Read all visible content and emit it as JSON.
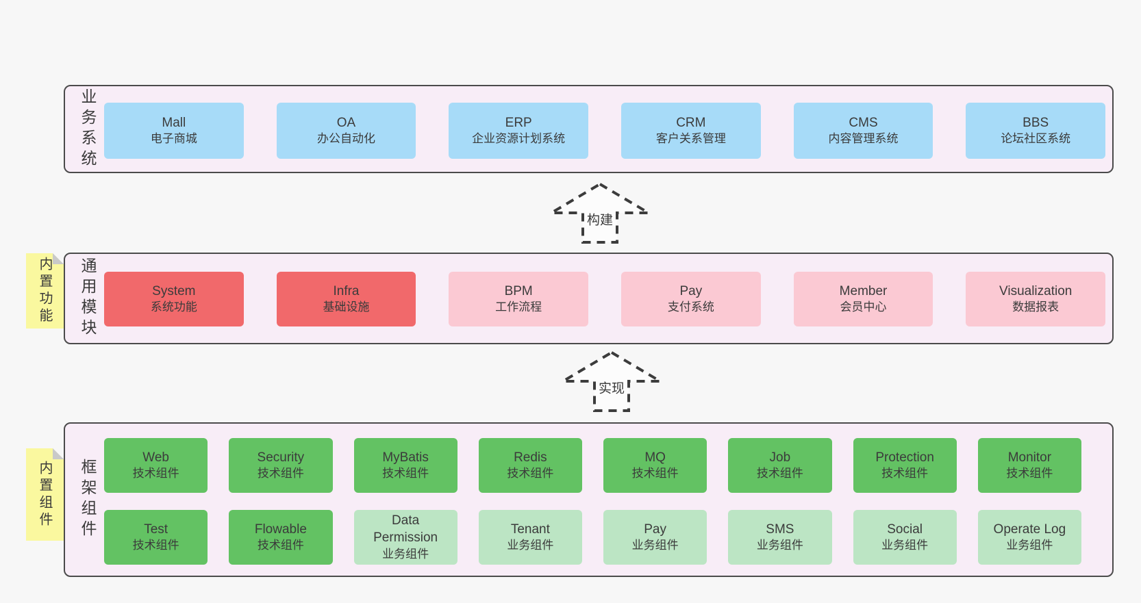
{
  "colors": {
    "page_background": "#f7f7f7",
    "band_background": "#f8edf7",
    "band_border": "#4b4b4b",
    "blue_box": "#a7dbf8",
    "red_box": "#f1696b",
    "pink_box": "#fbc9d3",
    "dark_green_box": "#63c263",
    "light_green_box": "#bce5c4",
    "note_yellow": "#faf89f",
    "text": "#3b3b3b"
  },
  "notes": [
    {
      "label": "内置功能"
    },
    {
      "label": "内置组件"
    }
  ],
  "arrows": [
    {
      "label": "构建"
    },
    {
      "label": "实现"
    }
  ],
  "bands": [
    {
      "label": "业务系统",
      "boxes": [
        {
          "title": "Mall",
          "subtitle": "电子商城",
          "variant": "blue"
        },
        {
          "title": "OA",
          "subtitle": "办公自动化",
          "variant": "blue"
        },
        {
          "title": "ERP",
          "subtitle": "企业资源计划系统",
          "variant": "blue"
        },
        {
          "title": "CRM",
          "subtitle": "客户关系管理",
          "variant": "blue"
        },
        {
          "title": "CMS",
          "subtitle": "内容管理系统",
          "variant": "blue"
        },
        {
          "title": "BBS",
          "subtitle": "论坛社区系统",
          "variant": "blue"
        }
      ]
    },
    {
      "label": "通用模块",
      "boxes": [
        {
          "title": "System",
          "subtitle": "系统功能",
          "variant": "red"
        },
        {
          "title": "Infra",
          "subtitle": "基础设施",
          "variant": "red"
        },
        {
          "title": "BPM",
          "subtitle": "工作流程",
          "variant": "pink"
        },
        {
          "title": "Pay",
          "subtitle": "支付系统",
          "variant": "pink"
        },
        {
          "title": "Member",
          "subtitle": "会员中心",
          "variant": "pink"
        },
        {
          "title": "Visualization",
          "subtitle": "数据报表",
          "variant": "pink"
        }
      ]
    },
    {
      "label": "框架组件",
      "rows": [
        [
          {
            "title": "Web",
            "subtitle": "技术组件",
            "variant": "dark-green"
          },
          {
            "title": "Security",
            "subtitle": "技术组件",
            "variant": "dark-green"
          },
          {
            "title": "MyBatis",
            "subtitle": "技术组件",
            "variant": "dark-green"
          },
          {
            "title": "Redis",
            "subtitle": "技术组件",
            "variant": "dark-green"
          },
          {
            "title": "MQ",
            "subtitle": "技术组件",
            "variant": "dark-green"
          },
          {
            "title": "Job",
            "subtitle": "技术组件",
            "variant": "dark-green"
          },
          {
            "title": "Protection",
            "subtitle": "技术组件",
            "variant": "dark-green"
          },
          {
            "title": "Monitor",
            "subtitle": "技术组件",
            "variant": "dark-green"
          }
        ],
        [
          {
            "title": "Test",
            "subtitle": "技术组件",
            "variant": "dark-green"
          },
          {
            "title": "Flowable",
            "subtitle": "技术组件",
            "variant": "dark-green"
          },
          {
            "title": "Data Permission",
            "subtitle": "业务组件",
            "variant": "light-green"
          },
          {
            "title": "Tenant",
            "subtitle": "业务组件",
            "variant": "light-green"
          },
          {
            "title": "Pay",
            "subtitle": "业务组件",
            "variant": "light-green"
          },
          {
            "title": "SMS",
            "subtitle": "业务组件",
            "variant": "light-green"
          },
          {
            "title": "Social",
            "subtitle": "业务组件",
            "variant": "light-green"
          },
          {
            "title": "Operate Log",
            "subtitle": "业务组件",
            "variant": "light-green"
          }
        ]
      ]
    }
  ]
}
